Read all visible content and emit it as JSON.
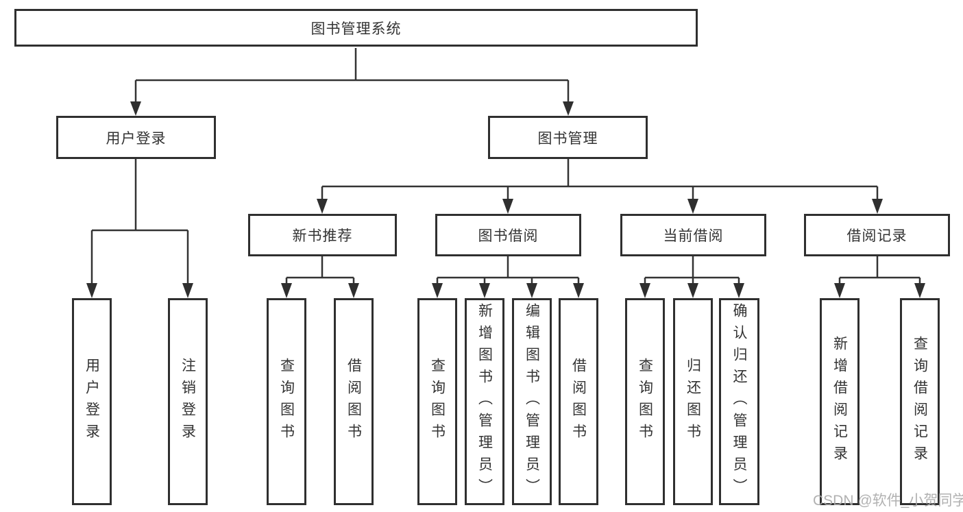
{
  "tree": {
    "label": "图书管理系统",
    "children": [
      {
        "label": "用户登录",
        "children": [
          {
            "label": "用户登录"
          },
          {
            "label": "注销登录"
          }
        ]
      },
      {
        "label": "图书管理",
        "children": [
          {
            "label": "新书推荐",
            "children": [
              {
                "label": "查询图书"
              },
              {
                "label": "借阅图书"
              }
            ]
          },
          {
            "label": "图书借阅",
            "children": [
              {
                "label": "查询图书"
              },
              {
                "label": "新增图书（管理员）"
              },
              {
                "label": "编辑图书（管理员）"
              },
              {
                "label": "借阅图书"
              }
            ]
          },
          {
            "label": "当前借阅",
            "children": [
              {
                "label": "查询图书"
              },
              {
                "label": "归还图书"
              },
              {
                "label": "确认归还（管理员）"
              }
            ]
          },
          {
            "label": "借阅记录",
            "children": [
              {
                "label": "新增借阅记录"
              },
              {
                "label": "查询借阅记录"
              }
            ]
          }
        ]
      }
    ]
  },
  "watermark": "CSDN @软件_小贺同学",
  "colors": {
    "line": "#333333",
    "box_border": "#2f2f2f",
    "text": "#333333",
    "watermark": "#a9a9a9",
    "background": "#ffffff"
  }
}
